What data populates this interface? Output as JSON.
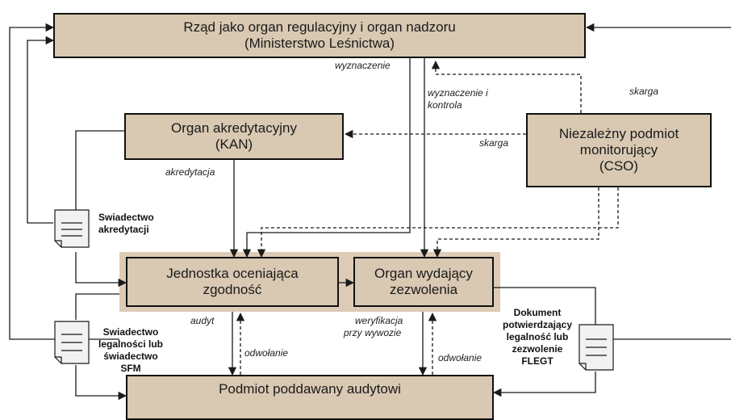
{
  "boxes": {
    "government": {
      "line1": "Rząd jako organ regulacyjny i organ nadzoru",
      "line2": "(Ministerstwo Leśnictwa)"
    },
    "accreditation_body": {
      "line1": "Organ akredytacyjny",
      "line2": "(KAN)"
    },
    "monitoring": {
      "line1": "Niezależny podmiot",
      "line2": "monitorujący",
      "line3": "(CSO)"
    },
    "conformity_unit": {
      "line1": "Jednostka oceniająca",
      "line2": "zgodność"
    },
    "permit_authority": {
      "line1": "Organ wydający",
      "line2": "zezwolenia"
    },
    "auditee": {
      "line1": "Podmiot poddawany audytowi"
    }
  },
  "edge_labels": {
    "designation": "wyznaczenie",
    "designation_control_1": "wyznaczenie i",
    "designation_control_2": "kontrola",
    "complaint_top": "skarga",
    "complaint_mid": "skarga",
    "accreditation": "akredytacja",
    "audit": "audyt",
    "appeal_left": "odwołanie",
    "verification_1": "weryfikacja",
    "verification_2": "przy wywozie",
    "appeal_right": "odwołanie"
  },
  "documents": {
    "accreditation_certificate": {
      "line1": "Swiadectwo",
      "line2": "akredytacji"
    },
    "legality_certificate": {
      "line1": "Swiadectwo",
      "line2": "legalności lub",
      "line3": "świadectwo",
      "line4": "SFM"
    },
    "flegt_document": {
      "line1": "Dokument",
      "line2": "potwierdzający",
      "line3": "legalność lub",
      "line4": "zezwolenie",
      "line5": "FLEGT"
    }
  },
  "colors": {
    "box_fill": "#d9c8b2",
    "highlight_fill": "#ddcbb5",
    "line": "#1a1a1a"
  }
}
